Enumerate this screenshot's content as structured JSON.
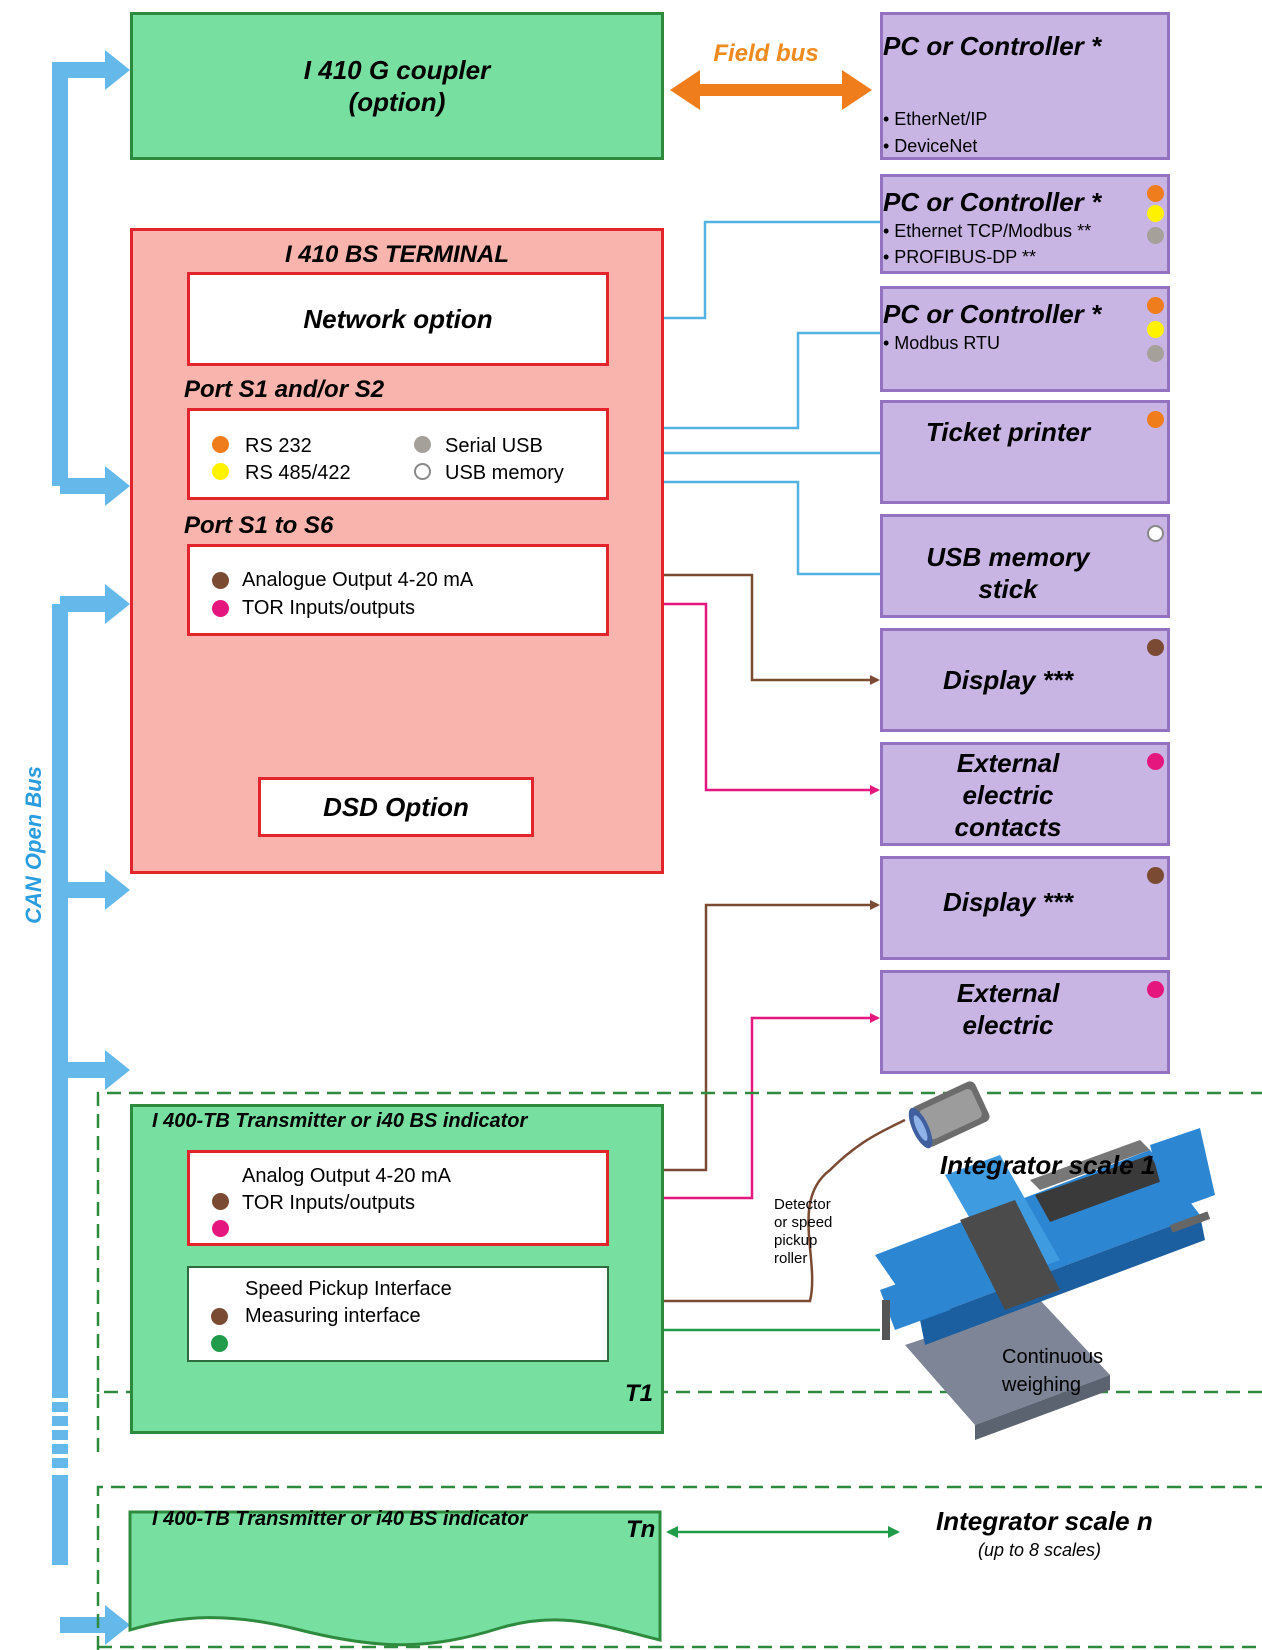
{
  "can_bus_label": "CAN Open Bus",
  "field_bus_label": "Field bus",
  "coupler": {
    "title": "I 410 G coupler\n(option)"
  },
  "terminal": {
    "title": "I 410 BS TERMINAL",
    "network_option": "Network option",
    "port_s1s2_title": "Port S1 and/or S2",
    "rs232": "RS 232",
    "rs485": "RS 485/422",
    "serial_usb": "Serial USB",
    "usb_memory": "USB memory",
    "port_s1s6_title": "Port S1 to S6",
    "analogue_output": "Analogue Output 4-20 mA",
    "tor_io": "TOR Inputs/outputs",
    "dsd_option": "DSD Option"
  },
  "devices": {
    "pc1_title": "PC or Controller *",
    "pc1_item1": "• EtherNet/IP",
    "pc1_item2": "• DeviceNet",
    "pc2_title": "PC or Controller *",
    "pc2_item1": "• Ethernet TCP/Modbus **",
    "pc2_item2": "• PROFIBUS-DP **",
    "pc3_title": "PC or Controller *",
    "pc3_item1": "• Modbus RTU",
    "ticket_printer": "Ticket printer",
    "usb_stick": "USB memory\nstick",
    "display1": "Display ***",
    "ext_contacts": "External\nelectric\ncontacts",
    "display2": "Display ***",
    "ext_electric": "External\nelectric"
  },
  "transmitter1": {
    "title": "I 400-TB Transmitter or i40 BS indicator",
    "analog_output": "Analog Output 4-20 mA",
    "tor_io": "TOR Inputs/outputs",
    "speed_pickup": "Speed Pickup Interface",
    "measuring": "Measuring interface",
    "tag": "T1"
  },
  "scale1": {
    "title": "Integrator scale 1",
    "detector": "Detector\nor speed\npickup\nroller",
    "continuous": "Continuous\nweighing"
  },
  "transmitter_n": {
    "title": "I 400-TB Transmitter or i40 BS indicator",
    "tag": "Tn"
  },
  "scale_n": {
    "title": "Integrator scale n",
    "subtitle": "(up to 8 scales)"
  },
  "colors": {
    "rs232": "#f07d1c",
    "rs485": "#fff200",
    "serial_usb": "#a5a09a",
    "usb_memory": "#ffffff",
    "analog": "#7b4a32",
    "tor": "#e5177e",
    "measuring": "#1f9b49",
    "can_bus": "#64b8ea",
    "field_bus": "#f07d1c",
    "link_blue": "#54b3e0"
  }
}
